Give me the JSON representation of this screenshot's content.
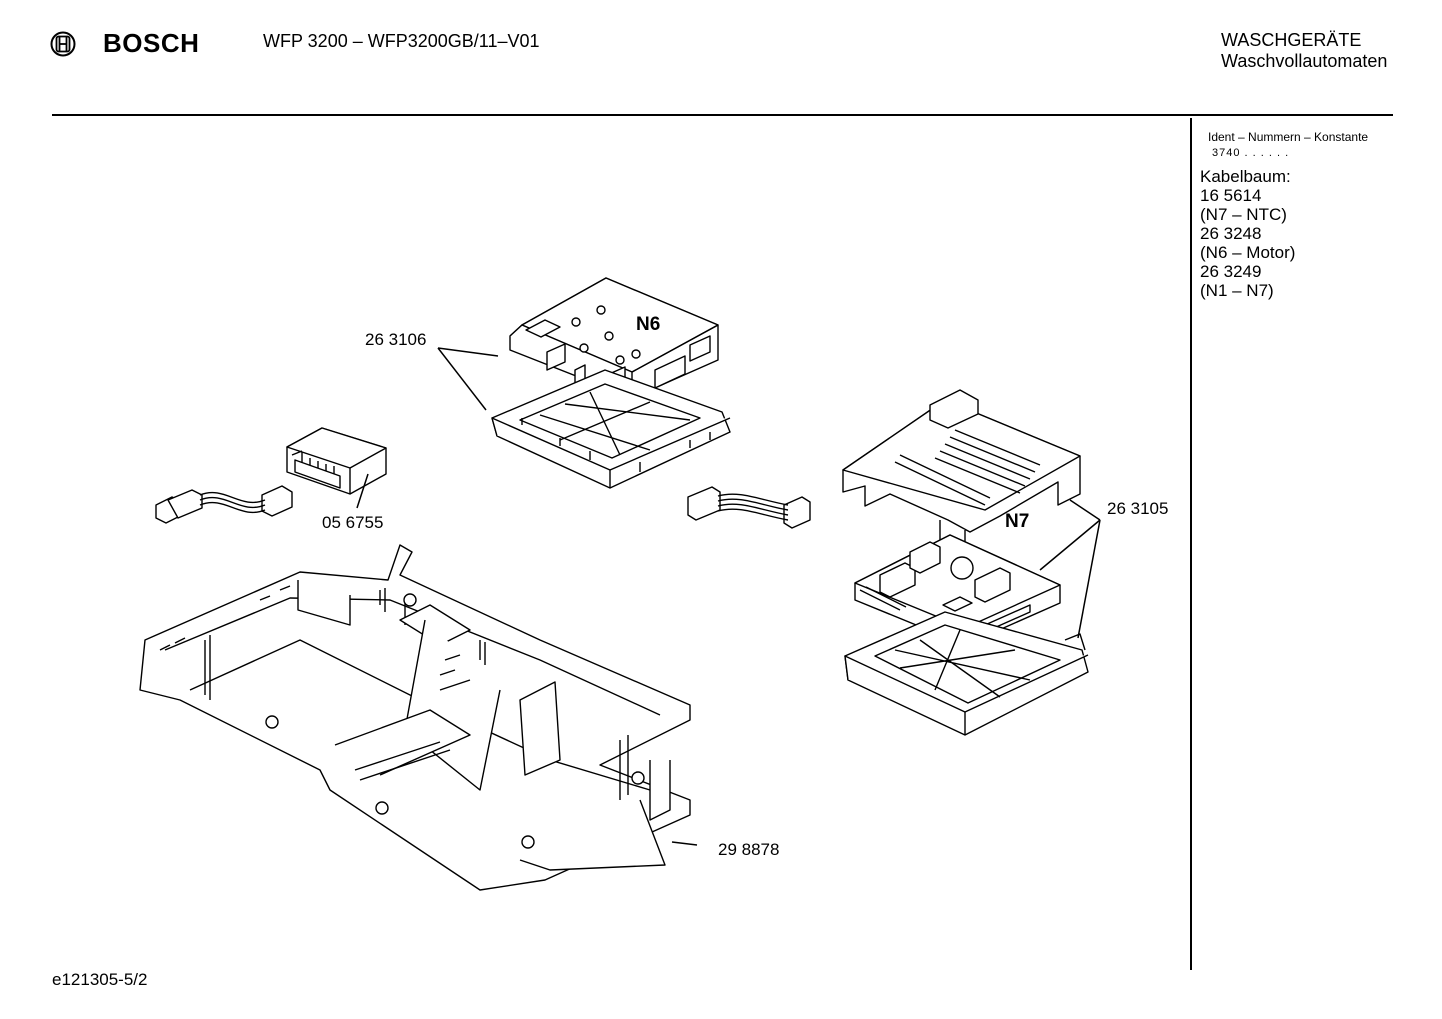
{
  "header": {
    "brand": "BOSCH",
    "model": "WFP 3200 – WFP3200GB/11–V01",
    "category_line1": "WASCHGERÄTE",
    "category_line2": "Waschvollautomaten"
  },
  "side_panel": {
    "ident_title": "Ident – Nummern – Konstante",
    "ident_value": "3740  . .  . . . .",
    "lines": [
      "Kabelbaum:",
      "16 5614",
      "(N7 – NTC)",
      "26 3248",
      "(N6 – Motor)",
      "26 3249",
      "(N1 – N7)"
    ]
  },
  "callouts": {
    "p1": "26 3106",
    "p2": "05 6755",
    "p3": "26 3105",
    "p4": "29 8878"
  },
  "module_tags": {
    "n6": "N6",
    "n7": "N7"
  },
  "footer": {
    "doc_id": "e121305-5/2"
  }
}
